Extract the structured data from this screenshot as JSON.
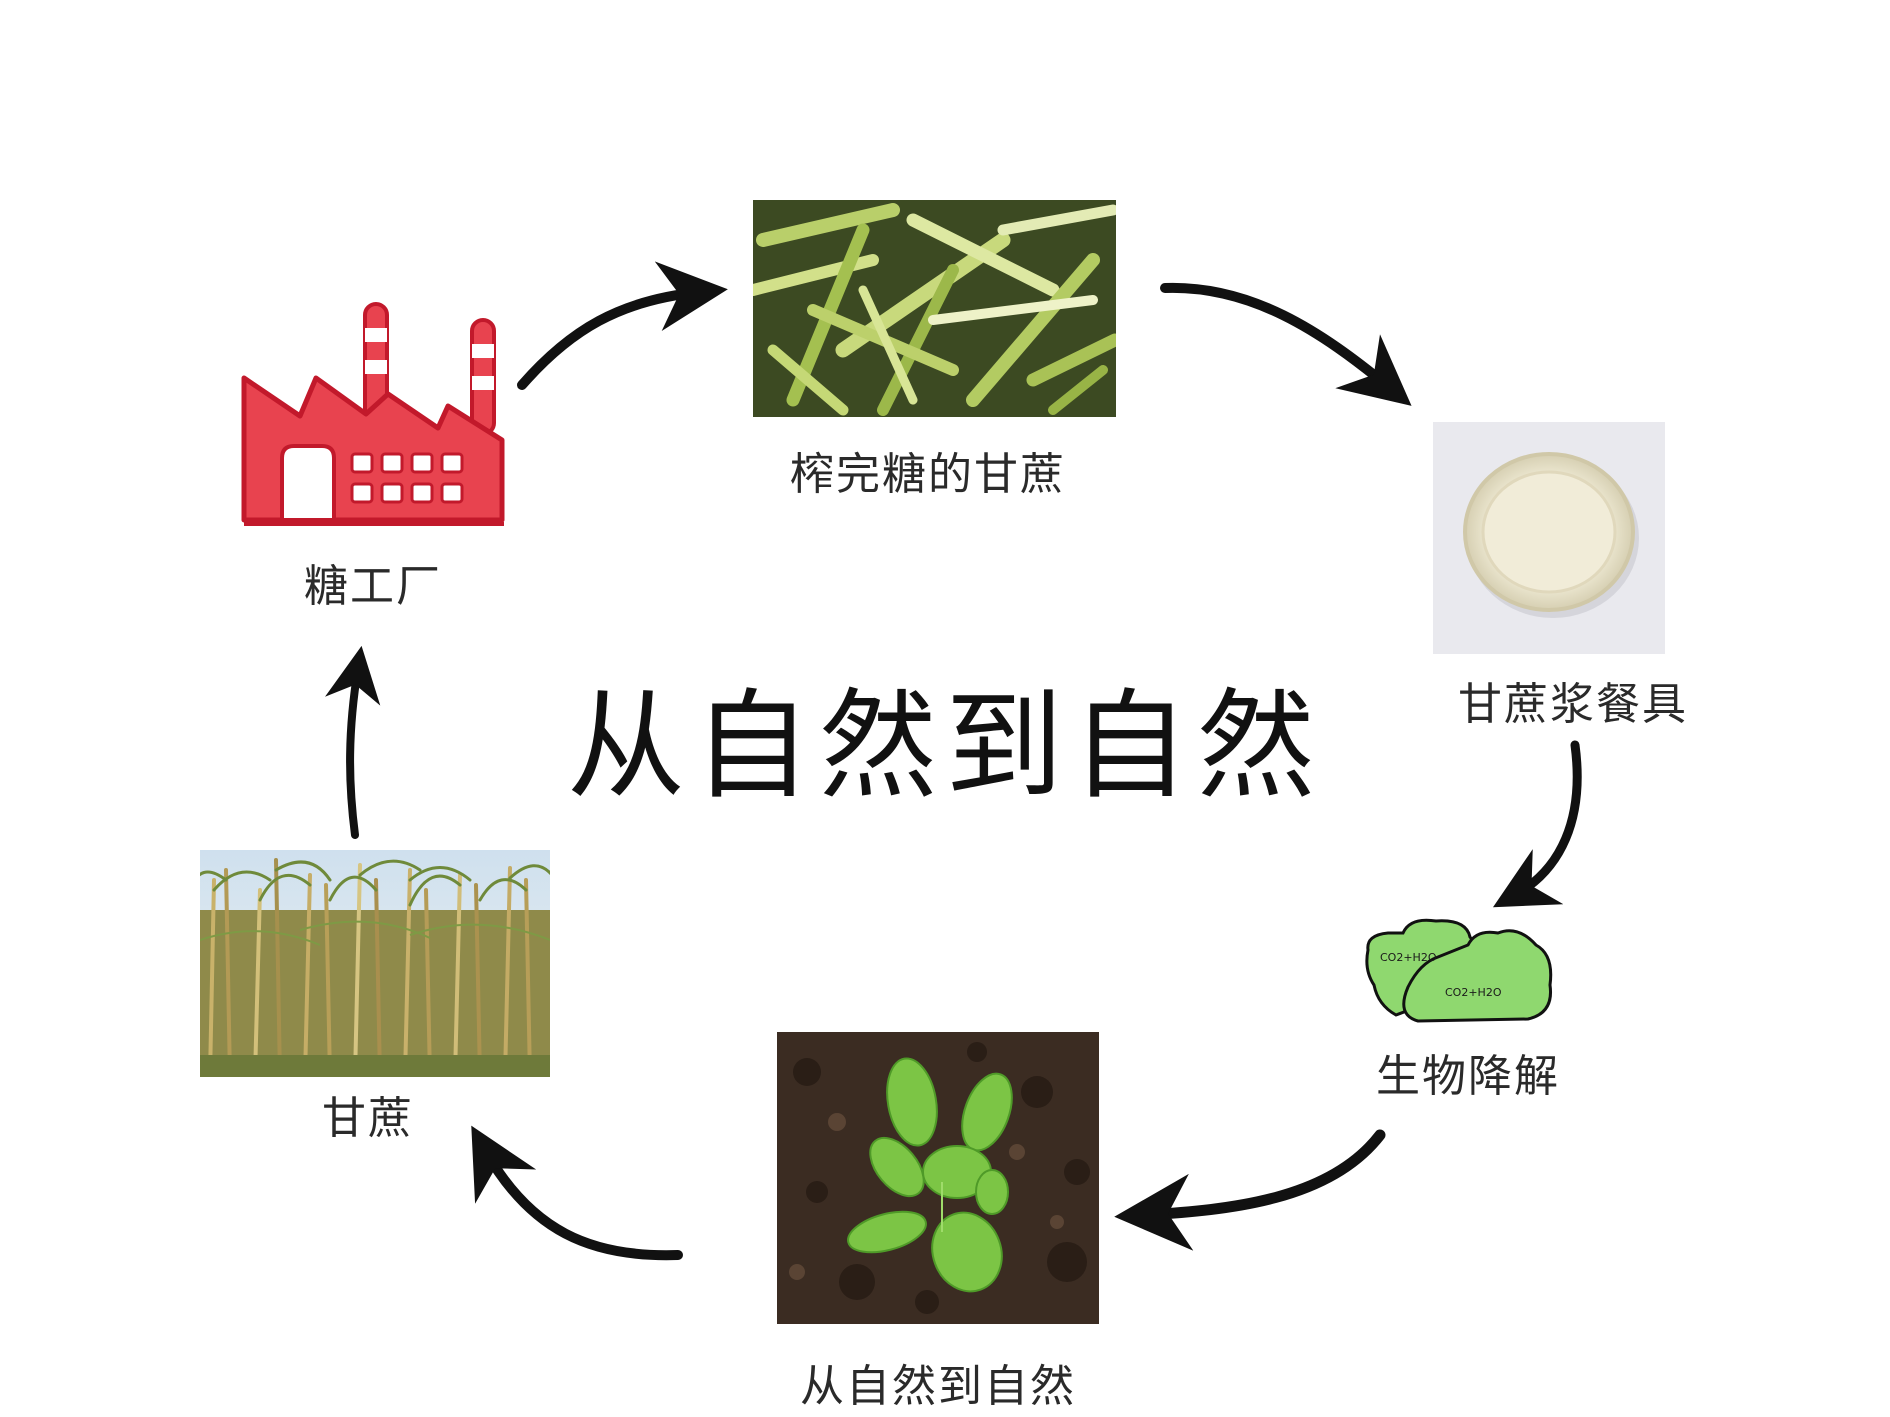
{
  "title": "从自然到自然",
  "nodes": {
    "factory": {
      "label": "糖工厂",
      "icon": "factory-icon"
    },
    "bagasse": {
      "label": "榨完糖的甘蔗"
    },
    "tableware": {
      "label": "甘蔗浆餐具"
    },
    "biodegrade": {
      "label": "生物降解",
      "bubble_text_1": "CO2+H2O",
      "bubble_text_2": "CO2+H2O"
    },
    "seedling": {
      "label": "从自然到自然"
    },
    "sugarcane": {
      "label": "甘蔗"
    }
  },
  "colors": {
    "factory_red": "#e8434f",
    "factory_outline": "#c2192b",
    "bubble_green": "#8fd86f",
    "arrow": "#111111"
  }
}
